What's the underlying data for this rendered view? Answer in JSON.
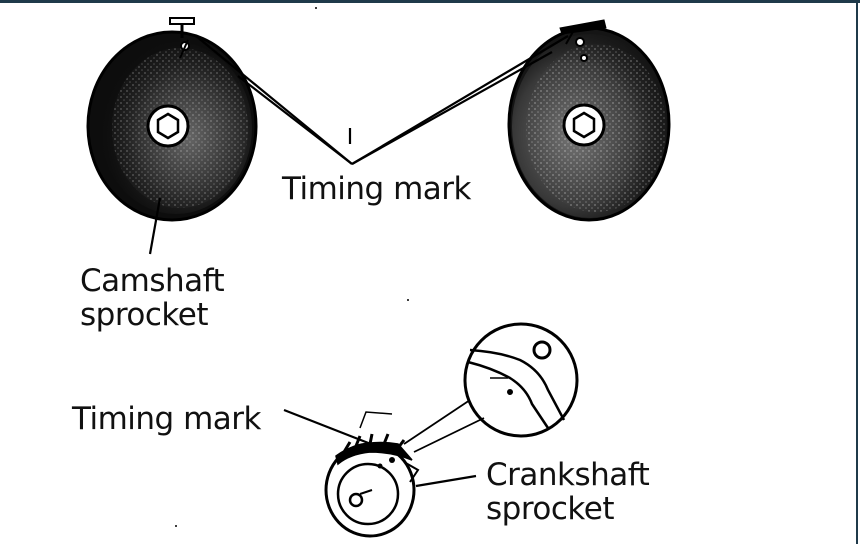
{
  "labels": {
    "timing_mark_top": "Timing mark",
    "camshaft_sprocket_line1": "Camshaft",
    "camshaft_sprocket_line2": "sprocket",
    "timing_mark_bottom": "Timing mark",
    "crankshaft_sprocket_line1": "Crankshaft",
    "crankshaft_sprocket_line2": "sprocket"
  },
  "colors": {
    "ink": "#111111",
    "paper": "#ffffff",
    "border": "#1f3a4a"
  }
}
